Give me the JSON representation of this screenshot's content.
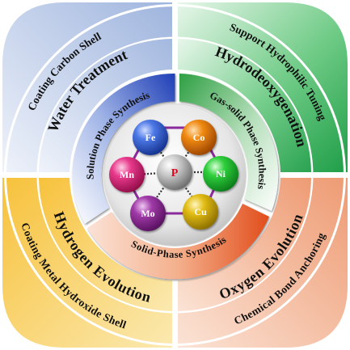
{
  "outer_ring": {
    "top_left": "Coating Carbon Shell",
    "top_right": "Support Hydrophilic Tuning",
    "bottom_left": "Coating Metal Hydroxide Shell",
    "bottom_right": "Chemical Bond Anchoring"
  },
  "middle_ring": {
    "top_left": "Water Treatment",
    "top_right": "Hydrodeoxygenation",
    "bottom_left": "Hydrogen Evolution",
    "bottom_right": "Oxygen Evolution"
  },
  "inner_ring": {
    "left": "Solution Phase Synthesis",
    "right": "Gas-solid Phase Synthesis",
    "bottom": "Solid-Phase Synthesis"
  },
  "center": {
    "core": "P",
    "metals": [
      "Fe",
      "Co",
      "Ni",
      "Cu",
      "Mo",
      "Mn"
    ]
  },
  "colors": {
    "q_top_left": "#a9bde0",
    "q_top_right": "#2eae55",
    "q_bottom_left": "#f6c84a",
    "q_bottom_right": "#f0a883",
    "inner_solution": "#2c4fc0",
    "inner_gas": "#3aa44c",
    "inner_solid": "#e9602a",
    "hex_bond": "#8a2a9c",
    "core_text": "#e0001a"
  }
}
